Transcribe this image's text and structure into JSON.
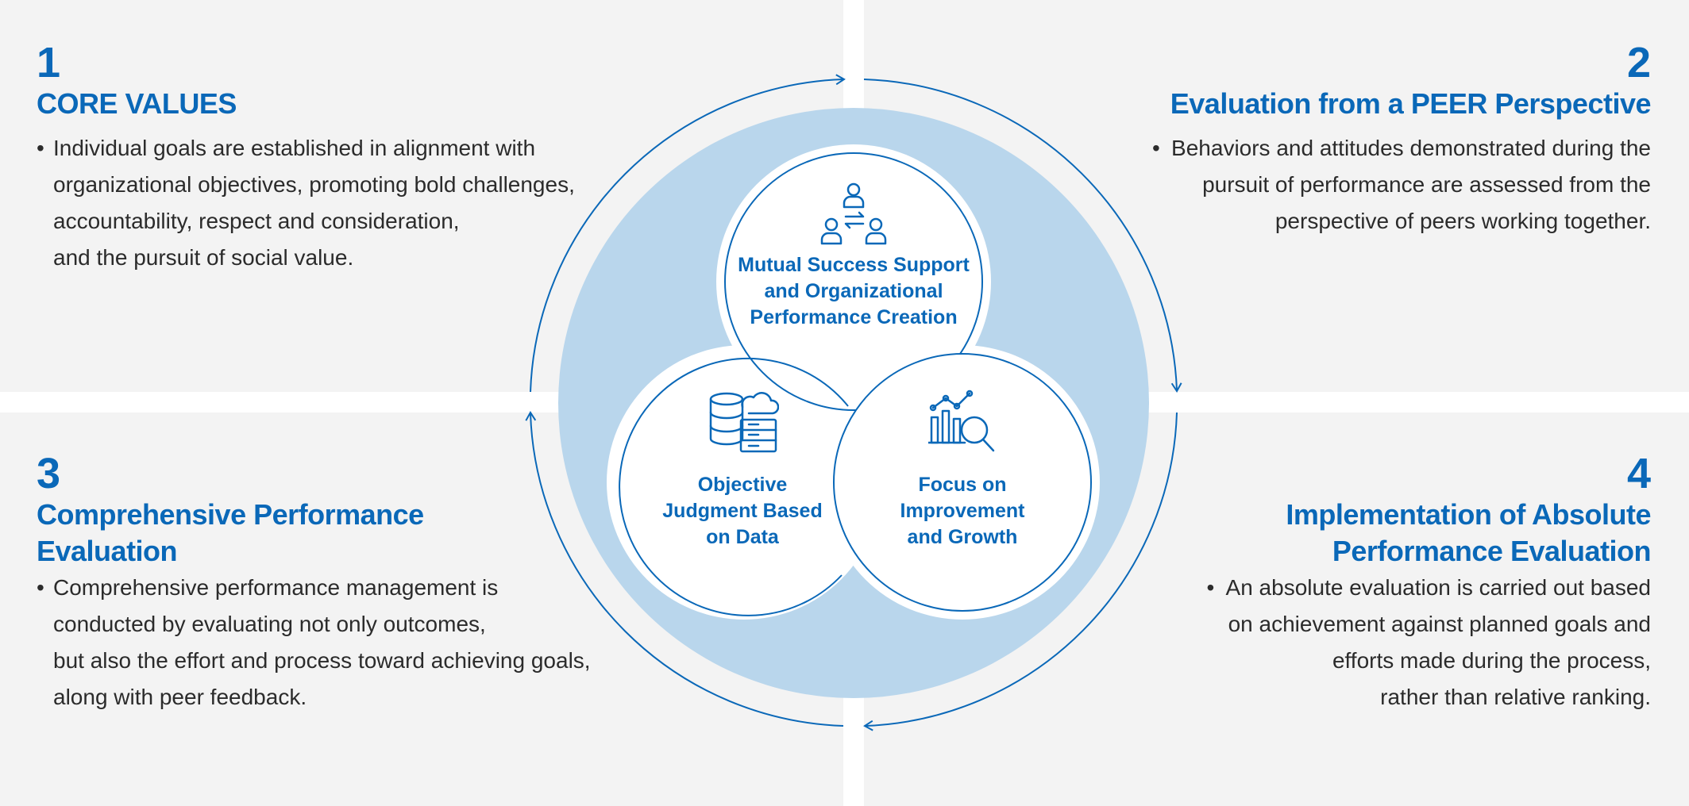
{
  "sections": [
    {
      "number": "1",
      "title_lines": [
        "CORE VALUES"
      ],
      "bullet": "•",
      "desc_lines": [
        "Individual goals are established in alignment with",
        "organizational objectives, promoting bold challenges,",
        "accountability, respect and consideration,",
        "and the pursuit of social value."
      ]
    },
    {
      "number": "2",
      "title_lines": [
        "Evaluation from a PEER Perspective"
      ],
      "bullet": "•",
      "desc_lines": [
        "Behaviors and attitudes demonstrated during the",
        "pursuit of performance are assessed from the",
        "perspective of peers working together."
      ]
    },
    {
      "number": "3",
      "title_lines": [
        "Comprehensive Performance",
        "Evaluation"
      ],
      "bullet": "•",
      "desc_lines": [
        "Comprehensive performance management is",
        "conducted by evaluating not only outcomes,",
        "but also the effort and process toward achieving goals,",
        "along with peer feedback."
      ]
    },
    {
      "number": "4",
      "title_lines": [
        "Implementation of Absolute",
        "Performance Evaluation"
      ],
      "bullet": "•",
      "desc_lines": [
        "An absolute evaluation is carried out based",
        "on achievement against planned goals and",
        "efforts made during the process,",
        "rather than relative ranking."
      ]
    }
  ],
  "center": {
    "circles": [
      {
        "icon": "team-exchange-icon",
        "lines": [
          "Mutual Success Support",
          "and Organizational",
          "Performance Creation"
        ]
      },
      {
        "icon": "database-cloud-icon",
        "lines": [
          "Objective",
          "Judgment Based",
          "on Data"
        ]
      },
      {
        "icon": "chart-magnifier-icon",
        "lines": [
          "Focus on",
          "Improvement",
          "and Growth"
        ]
      }
    ]
  },
  "colors": {
    "accent": "#0a68b8",
    "panel": "#f3f3f3",
    "halo": "#b9d6ec",
    "text": "#2b2b2b"
  }
}
